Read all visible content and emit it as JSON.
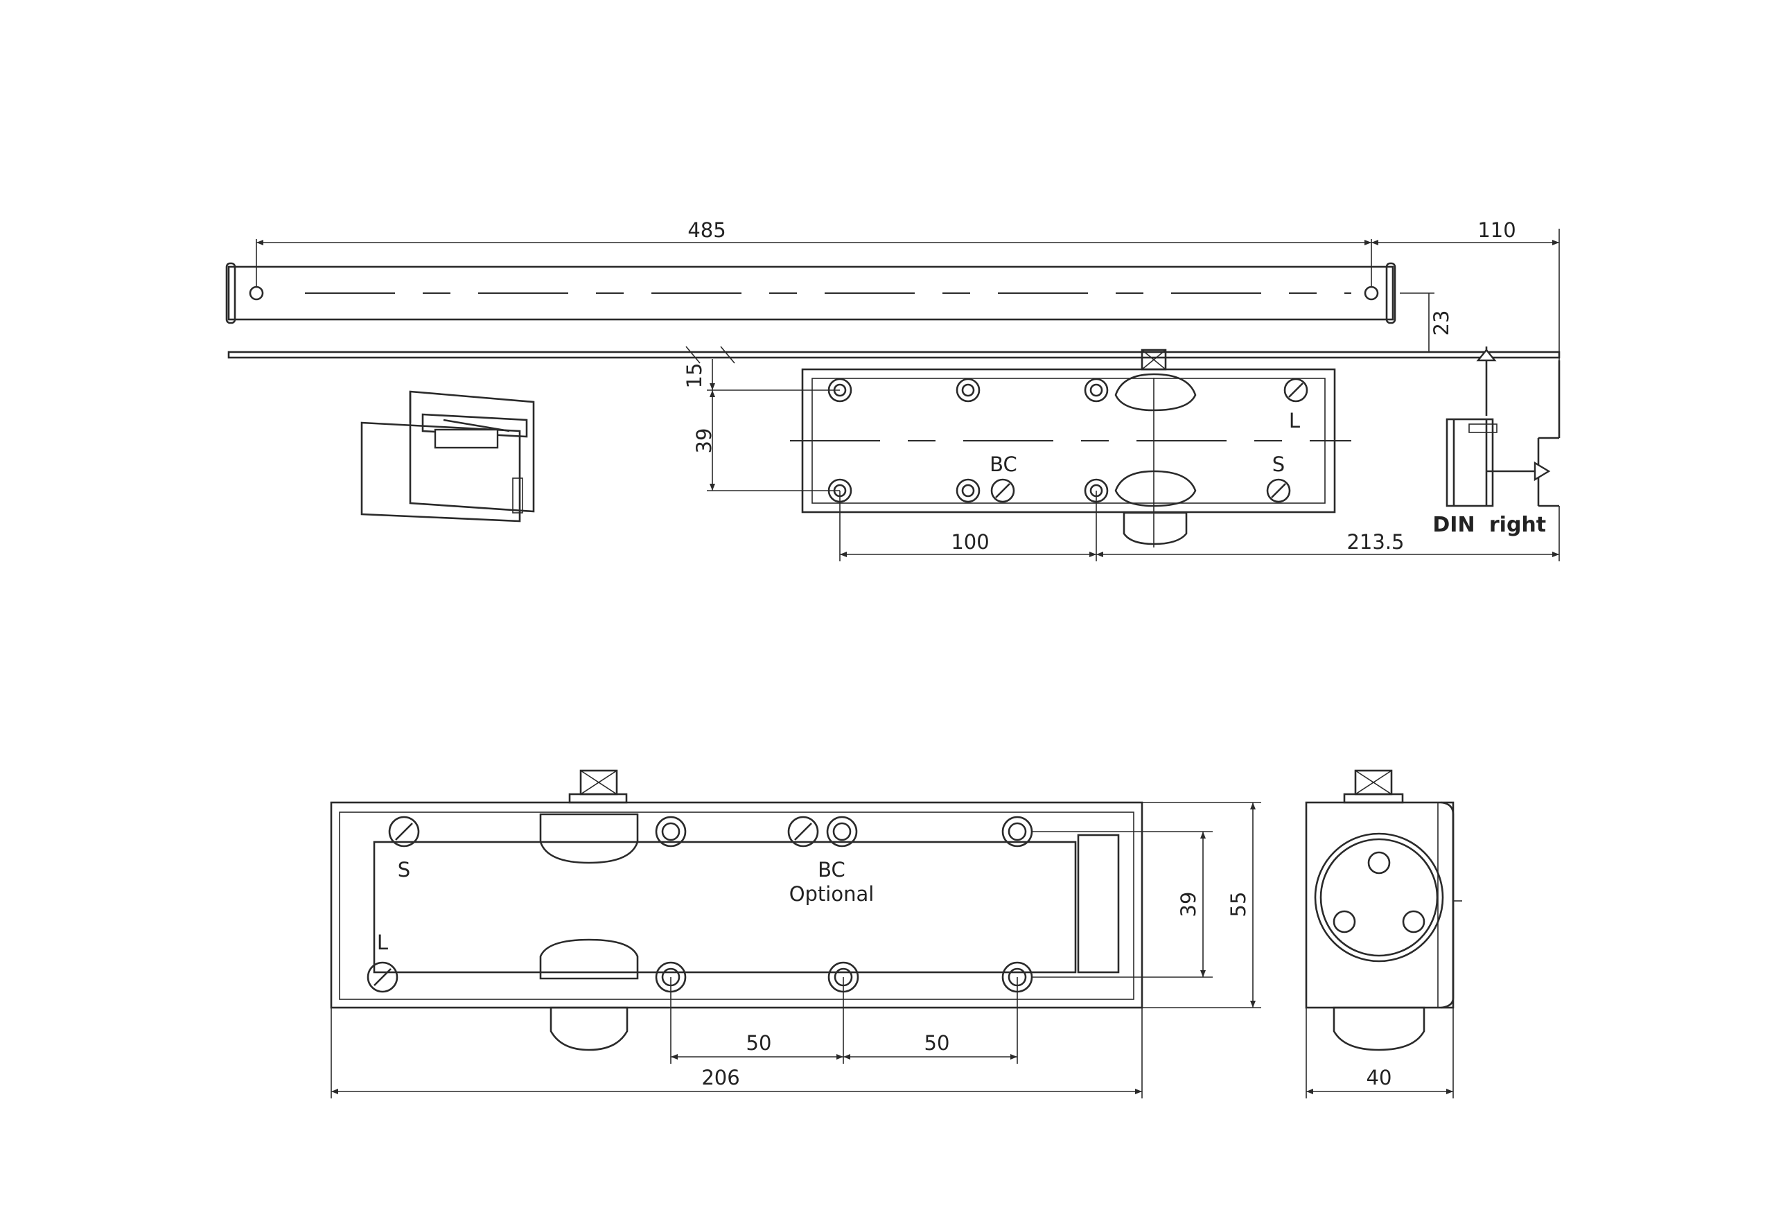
{
  "top_view": {
    "dims": {
      "rail_length": "485",
      "rail_offset": "110",
      "rail_height": "23",
      "top_hole_offset": "15",
      "hole_spacing_vertical": "39",
      "hole_spacing_horizontal": "100",
      "pivot_to_edge": "213.5"
    },
    "labels": {
      "bc": "BC",
      "s": "S",
      "l": "L",
      "din": "DIN",
      "right": "right"
    }
  },
  "front_view": {
    "dims": {
      "spacing_a": "50",
      "spacing_b": "50",
      "overall_length": "206",
      "hole_spacing_vertical": "39",
      "overall_height": "55"
    },
    "labels": {
      "s": "S",
      "l": "L",
      "bc": "BC",
      "optional": "Optional"
    }
  },
  "side_view": {
    "dims": {
      "width": "40"
    }
  }
}
